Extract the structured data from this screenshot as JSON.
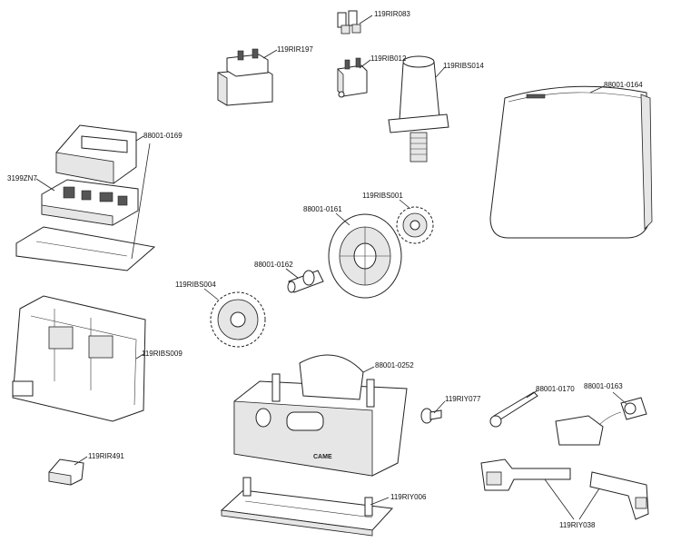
{
  "diagram": {
    "labels": {
      "p119RIR083": "119RIR083",
      "p119RIR197": "119RIR197",
      "p119RIB012": "119RIB012",
      "p119RIBS014": "119RIBS014",
      "p88001_0164": "88001-0164",
      "p88001_0169": "88001-0169",
      "p3199ZN7": "3199ZN7",
      "p119RIBS001": "119RIBS001",
      "p88001_0161": "88001-0161",
      "p88001_0162": "88001-0162",
      "p119RIBS004": "119RIBS004",
      "p119RIBS009": "119RIBS009",
      "p88001_0252": "88001-0252",
      "p119RIY077": "119RIY077",
      "p88001_0170": "88001-0170",
      "p88001_0163": "88001-0163",
      "p119RIR491": "119RIR491",
      "p119RIY006": "119RIY006",
      "p119RIY038": "119RIY038"
    },
    "brand_mark": "CAME"
  }
}
